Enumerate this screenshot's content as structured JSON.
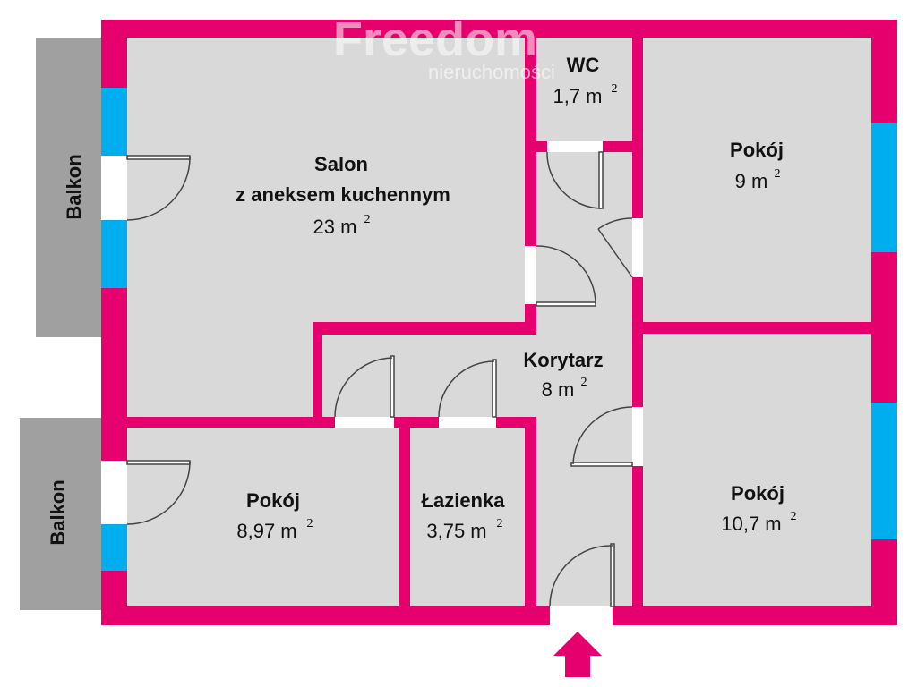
{
  "watermark": {
    "brand": "Freedom",
    "tagline": "nieruchomości"
  },
  "colors": {
    "wall": "#e5006d",
    "floor": "#d9d9d9",
    "window": "#00aeef",
    "balcony": "#a0a0a0",
    "entrance": "#e5006d"
  },
  "rooms": {
    "salon": {
      "name1": "Salon",
      "name2": "z aneksem kuchennym",
      "area": "23 m",
      "sup": "2"
    },
    "wc": {
      "name": "WC",
      "area": "1,7 m",
      "sup": "2"
    },
    "pokoj_top_right": {
      "name": "Pokój",
      "area": "9 m",
      "sup": "2"
    },
    "korytarz": {
      "name": "Korytarz",
      "area": "8 m",
      "sup": "2"
    },
    "pokoj_bottom_left": {
      "name": "Pokój",
      "area": "8,97 m",
      "sup": "2"
    },
    "lazienka": {
      "name": "Łazienka",
      "area": "3,75 m",
      "sup": "2"
    },
    "pokoj_bottom_right": {
      "name": "Pokój",
      "area": "10,7 m",
      "sup": "2"
    }
  },
  "balconies": {
    "top": "Balkon",
    "bottom": "Balkon"
  },
  "entrance": {
    "icon": "entrance-arrow-icon"
  }
}
